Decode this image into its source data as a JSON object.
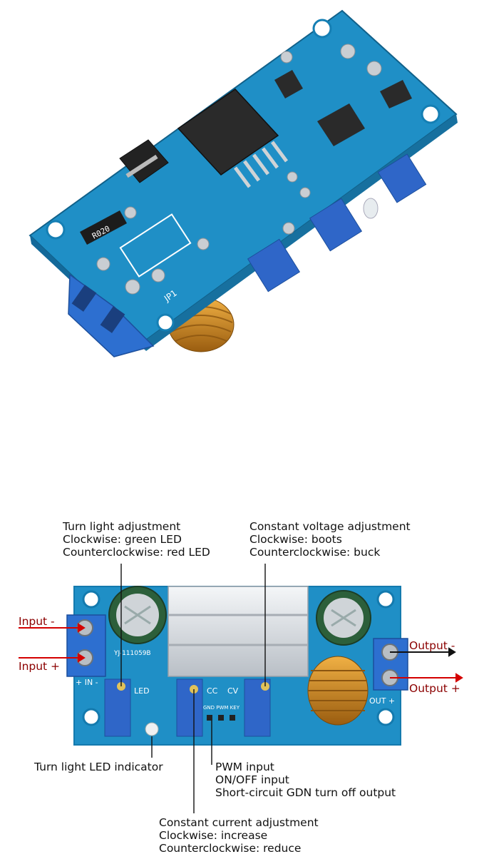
{
  "annotations": {
    "turn_light_adjustment": [
      "Turn light adjustment",
      "Clockwise: green LED",
      "Counterclockwise: red LED"
    ],
    "constant_voltage_adjustment": [
      "Constant voltage adjustment",
      "Clockwise: boots",
      "Counterclockwise: buck"
    ],
    "turn_light_led_indicator": "Turn light LED indicator",
    "pwm_group": [
      "PWM input",
      "ON/OFF input",
      "Short-circuit GDN turn off output"
    ],
    "constant_current_adjustment": [
      "Constant current adjustment",
      "Clockwise: increase",
      "Counterclockwise: reduce"
    ],
    "input_minus": "Input -",
    "input_plus": "Input +",
    "output_minus": "Output -",
    "output_plus": "Output +"
  },
  "board_markings": {
    "top_r020": "R020",
    "top_jp1": "JP1",
    "bottom_in": "+ IN -",
    "bottom_led": "LED",
    "bottom_cc": "CC",
    "bottom_cv": "CV",
    "bottom_pins": "GND PWM KEY",
    "bottom_out": "OUT +",
    "bottom_model": "YJ-111059B"
  },
  "colors": {
    "pcb": "#1f8fc6",
    "pcb_dark": "#16709e",
    "terminal": "#2d6fd0",
    "arrow_red": "#d40000",
    "coil": "#c8841e",
    "heatsink": "#d9dde2"
  }
}
